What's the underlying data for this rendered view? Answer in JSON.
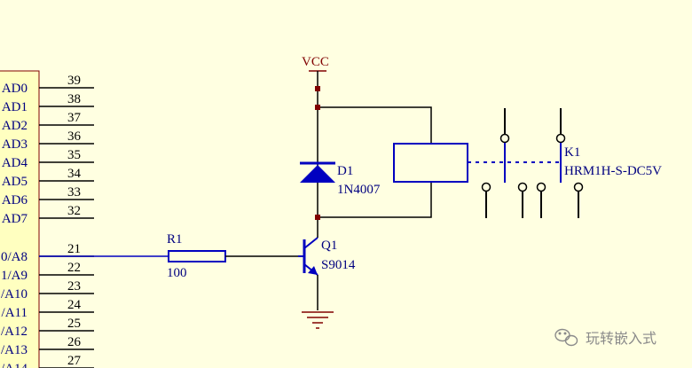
{
  "colors": {
    "background": "#ffffe1",
    "chip_fill": "#ffffc0",
    "chip_outline": "#800000",
    "wire": "#000000",
    "component_blue": "#0000c0",
    "net_label_red": "#800000",
    "junction": "#800000",
    "watermark": "#8a8a8a"
  },
  "chip": {
    "pins": [
      {
        "name": "AD0",
        "number": "39"
      },
      {
        "name": "AD1",
        "number": "38"
      },
      {
        "name": "AD2",
        "number": "37"
      },
      {
        "name": "AD3",
        "number": "36"
      },
      {
        "name": "AD4",
        "number": "35"
      },
      {
        "name": "AD5",
        "number": "34"
      },
      {
        "name": "AD6",
        "number": "33"
      },
      {
        "name": "AD7",
        "number": "32"
      },
      {
        "name": "0/A8",
        "number": "21"
      },
      {
        "name": "1/A9",
        "number": "22"
      },
      {
        "name": "/A10",
        "number": "23"
      },
      {
        "name": "/A11",
        "number": "24"
      },
      {
        "name": "/A12",
        "number": "25"
      },
      {
        "name": "/A13",
        "number": "26"
      },
      {
        "name": "/A14",
        "number": "27"
      }
    ]
  },
  "components": {
    "vcc": {
      "label": "VCC"
    },
    "resistor": {
      "ref": "R1",
      "value": "100"
    },
    "diode": {
      "ref": "D1",
      "value": "1N4007"
    },
    "transistor": {
      "ref": "Q1",
      "value": "S9014"
    },
    "relay": {
      "ref": "K1",
      "value": "HRM1H-S-DC5V"
    }
  },
  "watermark": {
    "icon": "wechat-icon",
    "text": "玩转嵌入式"
  }
}
